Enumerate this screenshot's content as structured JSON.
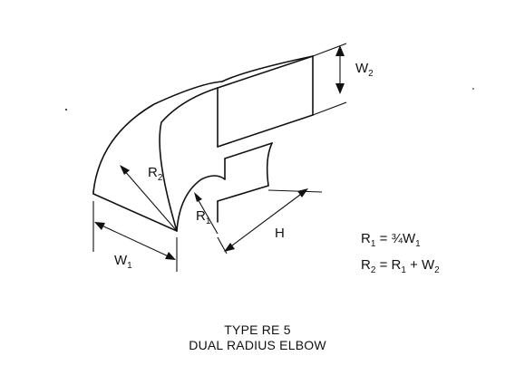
{
  "labels": {
    "w2": {
      "main": "W",
      "sub": "2"
    },
    "r2": {
      "main": "R",
      "sub": "2"
    },
    "r1": {
      "main": "R",
      "sub": "1"
    },
    "w1": {
      "main": "W",
      "sub": "1"
    },
    "h": "H"
  },
  "formulas": {
    "f1": {
      "lhs": "R",
      "lhs_sub": "1",
      "rhs": " = ¾W",
      "rhs_sub": "1"
    },
    "f2": {
      "lhs": "R",
      "lhs_sub": "2",
      "mid": " = R",
      "mid_sub": "1",
      "rhs": " + W",
      "rhs_sub": "2"
    }
  },
  "caption": {
    "line1": "TYPE RE 5",
    "line2": "DUAL RADIUS ELBOW"
  }
}
